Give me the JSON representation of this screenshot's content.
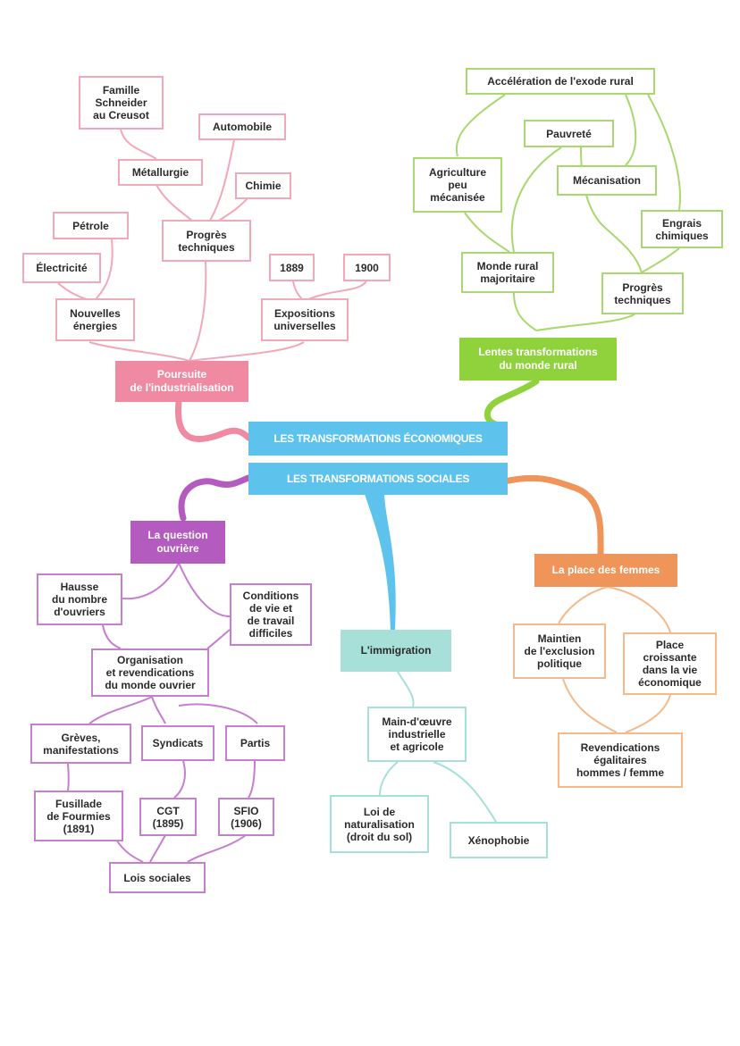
{
  "colors": {
    "economic": "#5ec3ec",
    "industrialisation": "#f08aa2",
    "rural": "#8fd23c",
    "worker": "#b45bbf",
    "immigration": "#a6e0d9",
    "women": "#f0955a"
  },
  "center": {
    "economic": "LES TRANSFORMATIONS ÉCONOMIQUES",
    "social": "LES TRANSFORMATIONS SOCIALES"
  },
  "hubs": {
    "industrialisation": "Poursuite\nde l'industrialisation",
    "rural": "Lentes transformations\ndu monde rural",
    "worker": "La question\nouvrière",
    "immigration": "L'immigration",
    "women": "La place des femmes"
  },
  "industrialisation": {
    "schneider": "Famille\nSchneider\nau Creusot",
    "automobile": "Automobile",
    "metallurgie": "Métallurgie",
    "chimie": "Chimie",
    "petrole": "Pétrole",
    "progres": "Progrès\ntechniques",
    "electricite": "Électricité",
    "y1889": "1889",
    "y1900": "1900",
    "energies": "Nouvelles\nénergies",
    "expositions": "Expositions\nuniverselles"
  },
  "rural": {
    "exode": "Accélération de l'exode rural",
    "pauvrete": "Pauvreté",
    "agriculture": "Agriculture\npeu\nmécanisée",
    "mecanisation": "Mécanisation",
    "engrais": "Engrais\nchimiques",
    "majoritaire": "Monde rural\nmajoritaire",
    "progres": "Progrès\ntechniques"
  },
  "worker": {
    "hausse": "Hausse\ndu nombre\nd'ouvriers",
    "conditions": "Conditions\nde vie et\nde travail\ndifficiles",
    "organisation": "Organisation\net revendications\ndu monde ouvrier",
    "greves": "Grèves,\nmanifestations",
    "syndicats": "Syndicats",
    "partis": "Partis",
    "fourmies": "Fusillade\nde Fourmies\n(1891)",
    "cgt": "CGT\n(1895)",
    "sfio": "SFIO\n(1906)",
    "lois": "Lois sociales"
  },
  "immigration": {
    "main": "Main-d'œuvre\nindustrielle\net agricole",
    "loi": "Loi de\nnaturalisation\n(droit du sol)",
    "xenophobie": "Xénophobie"
  },
  "women": {
    "maintien": "Maintien\nde l'exclusion\npolitique",
    "place": "Place\ncroissante\ndans la vie\néconomique",
    "revendications": "Revendications\négalitaires\nhommes / femme"
  }
}
